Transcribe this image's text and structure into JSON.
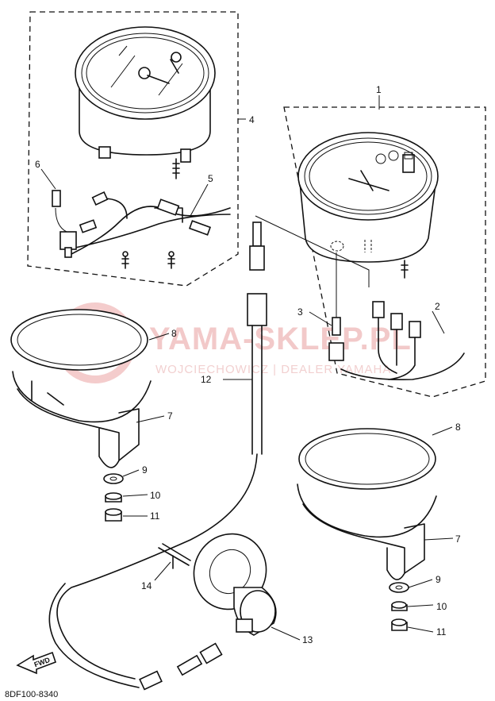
{
  "diagram_code": "8DF100-8340",
  "fwd_label": "FWD",
  "watermark": {
    "brand": "YAMA-SKLEP.PL",
    "subtitle": "WOJCIECHOWICZ | DEALER YAMAHA"
  },
  "callouts": [
    {
      "id": "c1",
      "text": "1"
    },
    {
      "id": "c2",
      "text": "2"
    },
    {
      "id": "c3",
      "text": "3"
    },
    {
      "id": "c4",
      "text": "4"
    },
    {
      "id": "c5",
      "text": "5"
    },
    {
      "id": "c6",
      "text": "6"
    },
    {
      "id": "c7a",
      "text": "7"
    },
    {
      "id": "c7b",
      "text": "7"
    },
    {
      "id": "c8a",
      "text": "8"
    },
    {
      "id": "c8b",
      "text": "8"
    },
    {
      "id": "c9a",
      "text": "9"
    },
    {
      "id": "c9b",
      "text": "9"
    },
    {
      "id": "c10a",
      "text": "10"
    },
    {
      "id": "c10b",
      "text": "10"
    },
    {
      "id": "c11a",
      "text": "11"
    },
    {
      "id": "c11b",
      "text": "11"
    },
    {
      "id": "c12",
      "text": "12"
    },
    {
      "id": "c13",
      "text": "13"
    },
    {
      "id": "c14",
      "text": "14"
    }
  ]
}
